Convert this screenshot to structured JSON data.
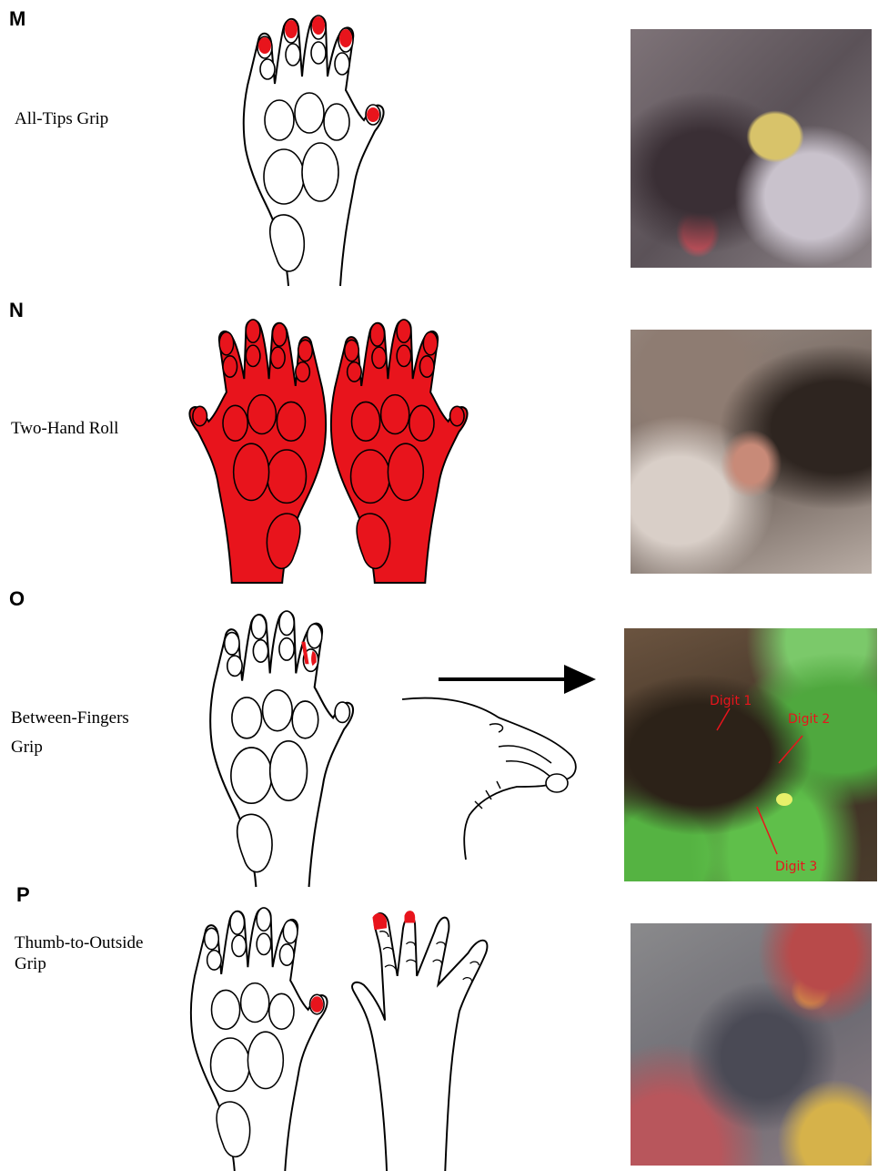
{
  "panels": [
    {
      "letter": "M",
      "label": "All-Tips Grip"
    },
    {
      "letter": "N",
      "label": "Two-Hand Roll"
    },
    {
      "letter": "O",
      "label_line1": "Between-Fingers",
      "label_line2": "Grip"
    },
    {
      "letter": "P",
      "label_line1": "Thumb-to-Outside",
      "label_line2": "Grip"
    }
  ],
  "photo_annotations": {
    "digit1": "Digit 1",
    "digit2": "Digit 2",
    "digit3": "Digit 3"
  },
  "colors": {
    "contact": "#e8141c",
    "outline": "#000000",
    "annotation": "#e8141c",
    "leaf_green": "#5fb84a"
  },
  "icons": {
    "arrow": "right-arrow-icon"
  }
}
